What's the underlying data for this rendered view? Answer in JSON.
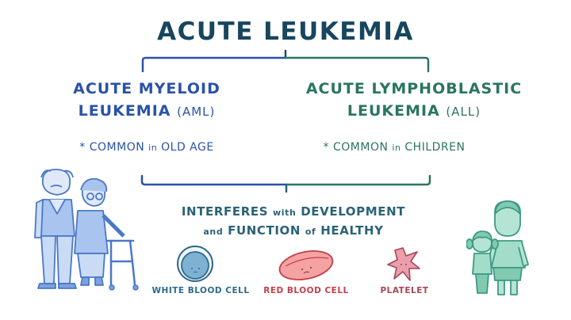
{
  "title": "ACUTE LEUKEMIA",
  "branches": [
    {
      "id": "aml",
      "heading_line1": "ACUTE MYELOID",
      "heading_line2": "LEUKEMIA",
      "abbr": "(AML)",
      "note_star": "*",
      "note_pre": "COMMON",
      "note_mid": "in",
      "note_post": "OLD AGE",
      "color": "#2a52a8"
    },
    {
      "id": "all",
      "heading_line1": "ACUTE LYMPHOBLASTIC",
      "heading_line2": "LEUKEMIA",
      "abbr": "(ALL)",
      "note_star": "*",
      "note_pre": "COMMON",
      "note_mid": "in",
      "note_post": "CHILDREN",
      "color": "#2a7560"
    }
  ],
  "interferes": {
    "line1_a": "INTERFERES",
    "line1_b": "with",
    "line1_c": "DEVELOPMENT",
    "line2_a": "and",
    "line2_b": "FUNCTION",
    "line2_c": "of",
    "line2_d": "HEALTHY"
  },
  "cells": [
    {
      "label": "WHITE BLOOD CELL",
      "icon": "white-blood-cell-icon",
      "color": "#2e6a8a"
    },
    {
      "label": "RED BLOOD CELL",
      "icon": "red-blood-cell-icon",
      "color": "#c2404a"
    },
    {
      "label": "PLATELET",
      "icon": "platelet-icon",
      "color": "#a84458"
    }
  ],
  "illustrations": {
    "left": "elderly-couple-illustration",
    "right": "children-illustration"
  },
  "colors": {
    "title": "#18465e",
    "aml": "#2a52a8",
    "all": "#2a7560",
    "interferes": "#2a6276"
  }
}
